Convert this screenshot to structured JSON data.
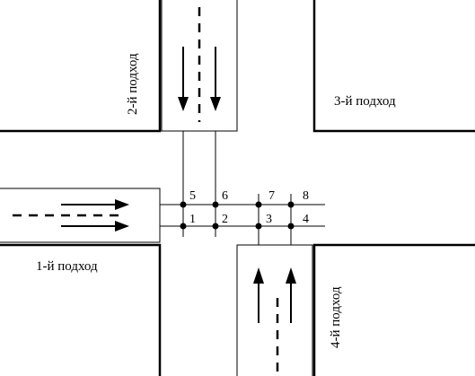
{
  "approaches": {
    "a1": "1-й подход",
    "a2": "2-й подход",
    "a3": "3-й подход",
    "a4": "4-й подход"
  },
  "points": [
    "1",
    "2",
    "3",
    "4",
    "5",
    "6",
    "7",
    "8"
  ]
}
